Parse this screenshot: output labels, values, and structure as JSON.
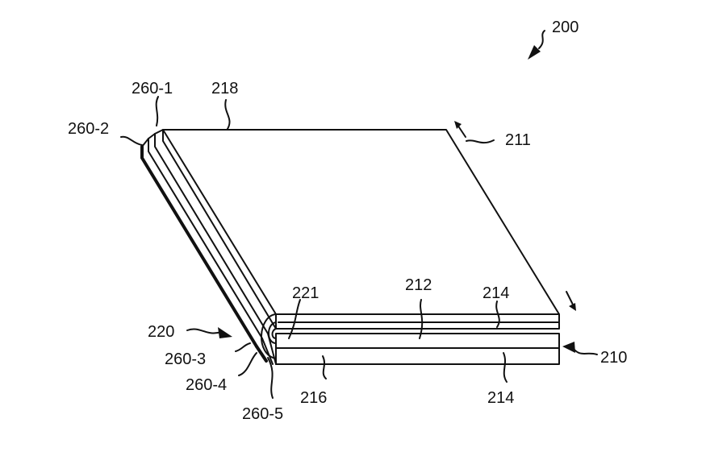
{
  "labels": {
    "fig": "200",
    "l260_1": "260-1",
    "l218": "218",
    "l260_2": "260-2",
    "l211": "211",
    "l221": "221",
    "l212": "212",
    "l214_top": "214",
    "l220": "220",
    "l260_3": "260-3",
    "l210": "210",
    "l260_4": "260-4",
    "l216": "216",
    "l214_bottom": "214",
    "l260_5": "260-5"
  }
}
